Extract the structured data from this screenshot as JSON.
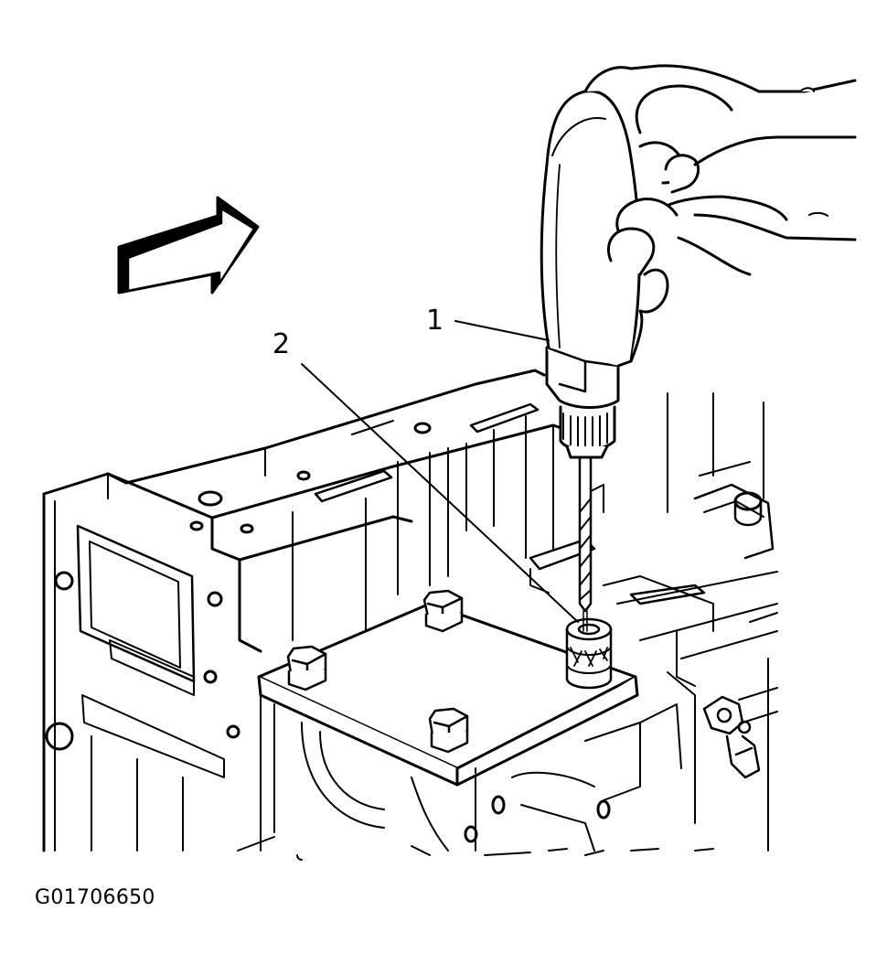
{
  "figure": {
    "callouts": [
      {
        "number": "1",
        "target": "drill"
      },
      {
        "number": "2",
        "target": "drill-guide-bushing"
      }
    ],
    "figure_code": "G01706650"
  },
  "icons": {
    "direction_arrow": "arrow-right-icon"
  },
  "colors": {
    "line": "#000000",
    "background": "#ffffff",
    "fill_dark": "#000000",
    "fill_light": "#ffffff"
  }
}
